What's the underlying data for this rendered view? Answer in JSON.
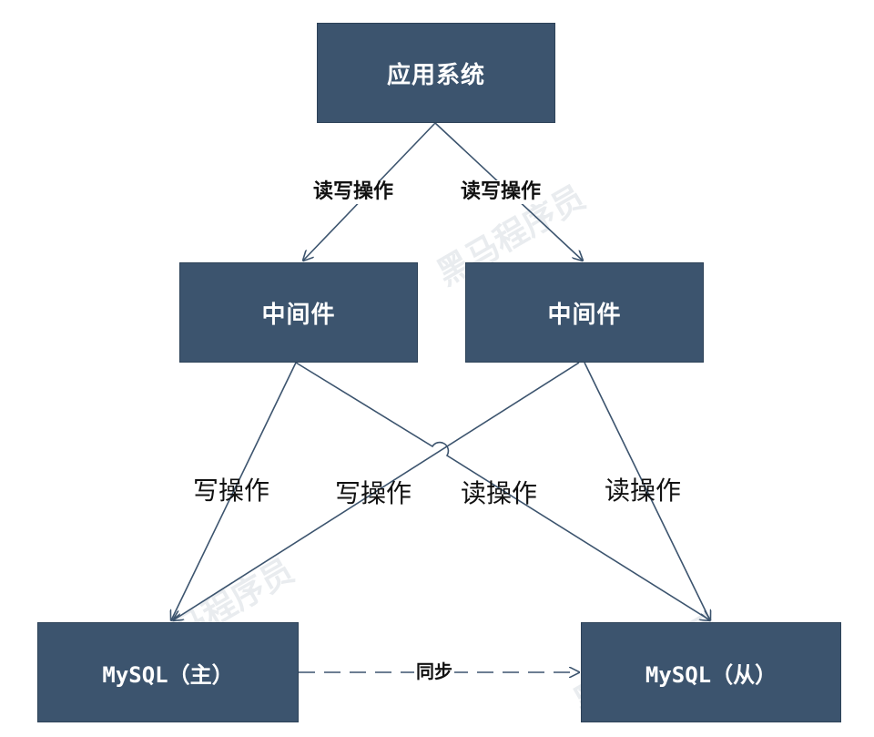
{
  "nodes": {
    "app": "应用系统",
    "middleware_left": "中间件",
    "middleware_right": "中间件",
    "mysql_master": "MySQL（主）",
    "mysql_slave": "MySQL（从）"
  },
  "edges": {
    "app_to_left": "读写操作",
    "app_to_right": "读写操作",
    "left_write": "写操作",
    "right_write": "写操作",
    "left_read": "读操作",
    "right_read": "读操作",
    "sync": "同步"
  },
  "watermark": "黑马程序员",
  "colors": {
    "box_fill": "#3c546e",
    "line": "#3c546e",
    "text": "#111111"
  }
}
